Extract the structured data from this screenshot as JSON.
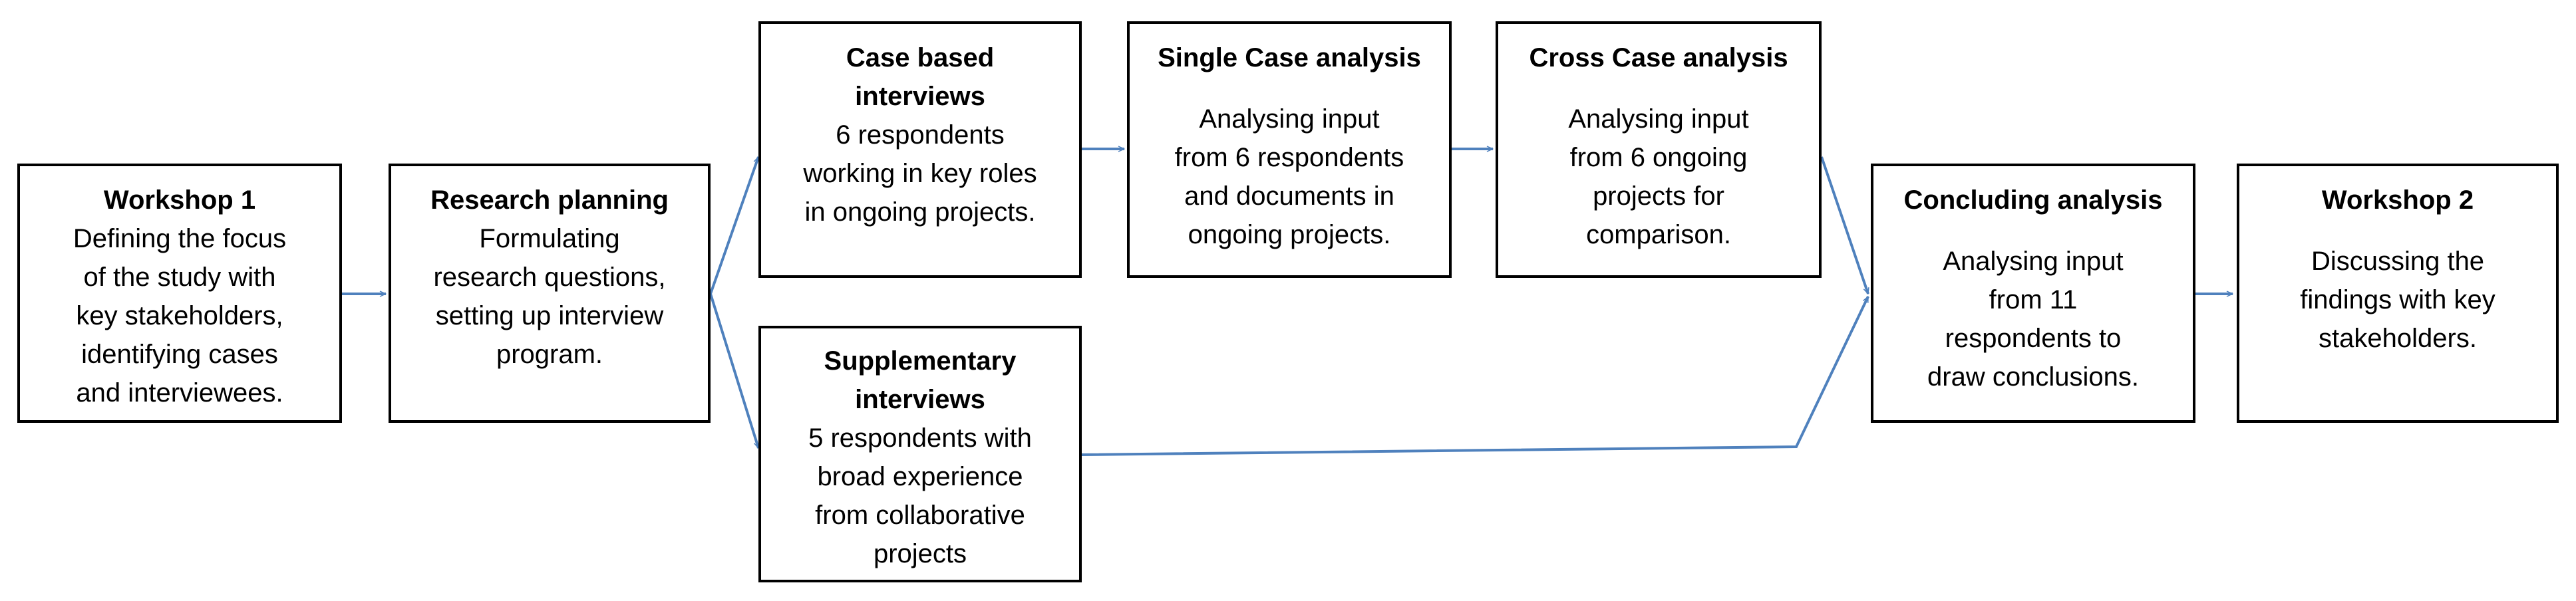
{
  "boxes": {
    "workshop1": {
      "title": "Workshop 1",
      "body": [
        "Defining the focus",
        "of the study with",
        "key stakeholders,",
        "identifying cases",
        "and interviewees."
      ]
    },
    "research_planning": {
      "title": "Research planning",
      "body": [
        "Formulating",
        "research questions,",
        "setting up interview",
        "program."
      ]
    },
    "case_interviews": {
      "title": [
        "Case based",
        "interviews"
      ],
      "body": [
        "6 respondents",
        "working in key roles",
        "in ongoing projects."
      ]
    },
    "single_case": {
      "title": "Single Case analysis",
      "body": [
        "Analysing input",
        "from 6 respondents",
        "and documents in",
        "ongoing projects."
      ]
    },
    "cross_case": {
      "title": "Cross Case analysis",
      "body": [
        "Analysing input",
        "from 6 ongoing",
        "projects for",
        "comparison."
      ]
    },
    "supplementary": {
      "title": [
        "Supplementary",
        "interviews"
      ],
      "body": [
        "5 respondents with",
        "broad experience",
        "from collaborative",
        "projects"
      ]
    },
    "concluding": {
      "title": "Concluding analysis",
      "body": [
        "Analysing input",
        "from 11",
        "respondents to",
        "draw conclusions."
      ]
    },
    "workshop2": {
      "title": "Workshop 2",
      "body": [
        "Discussing the",
        "findings with key",
        "stakeholders."
      ]
    }
  },
  "colors": {
    "arrow": "#4f81bd",
    "border": "#000000"
  }
}
